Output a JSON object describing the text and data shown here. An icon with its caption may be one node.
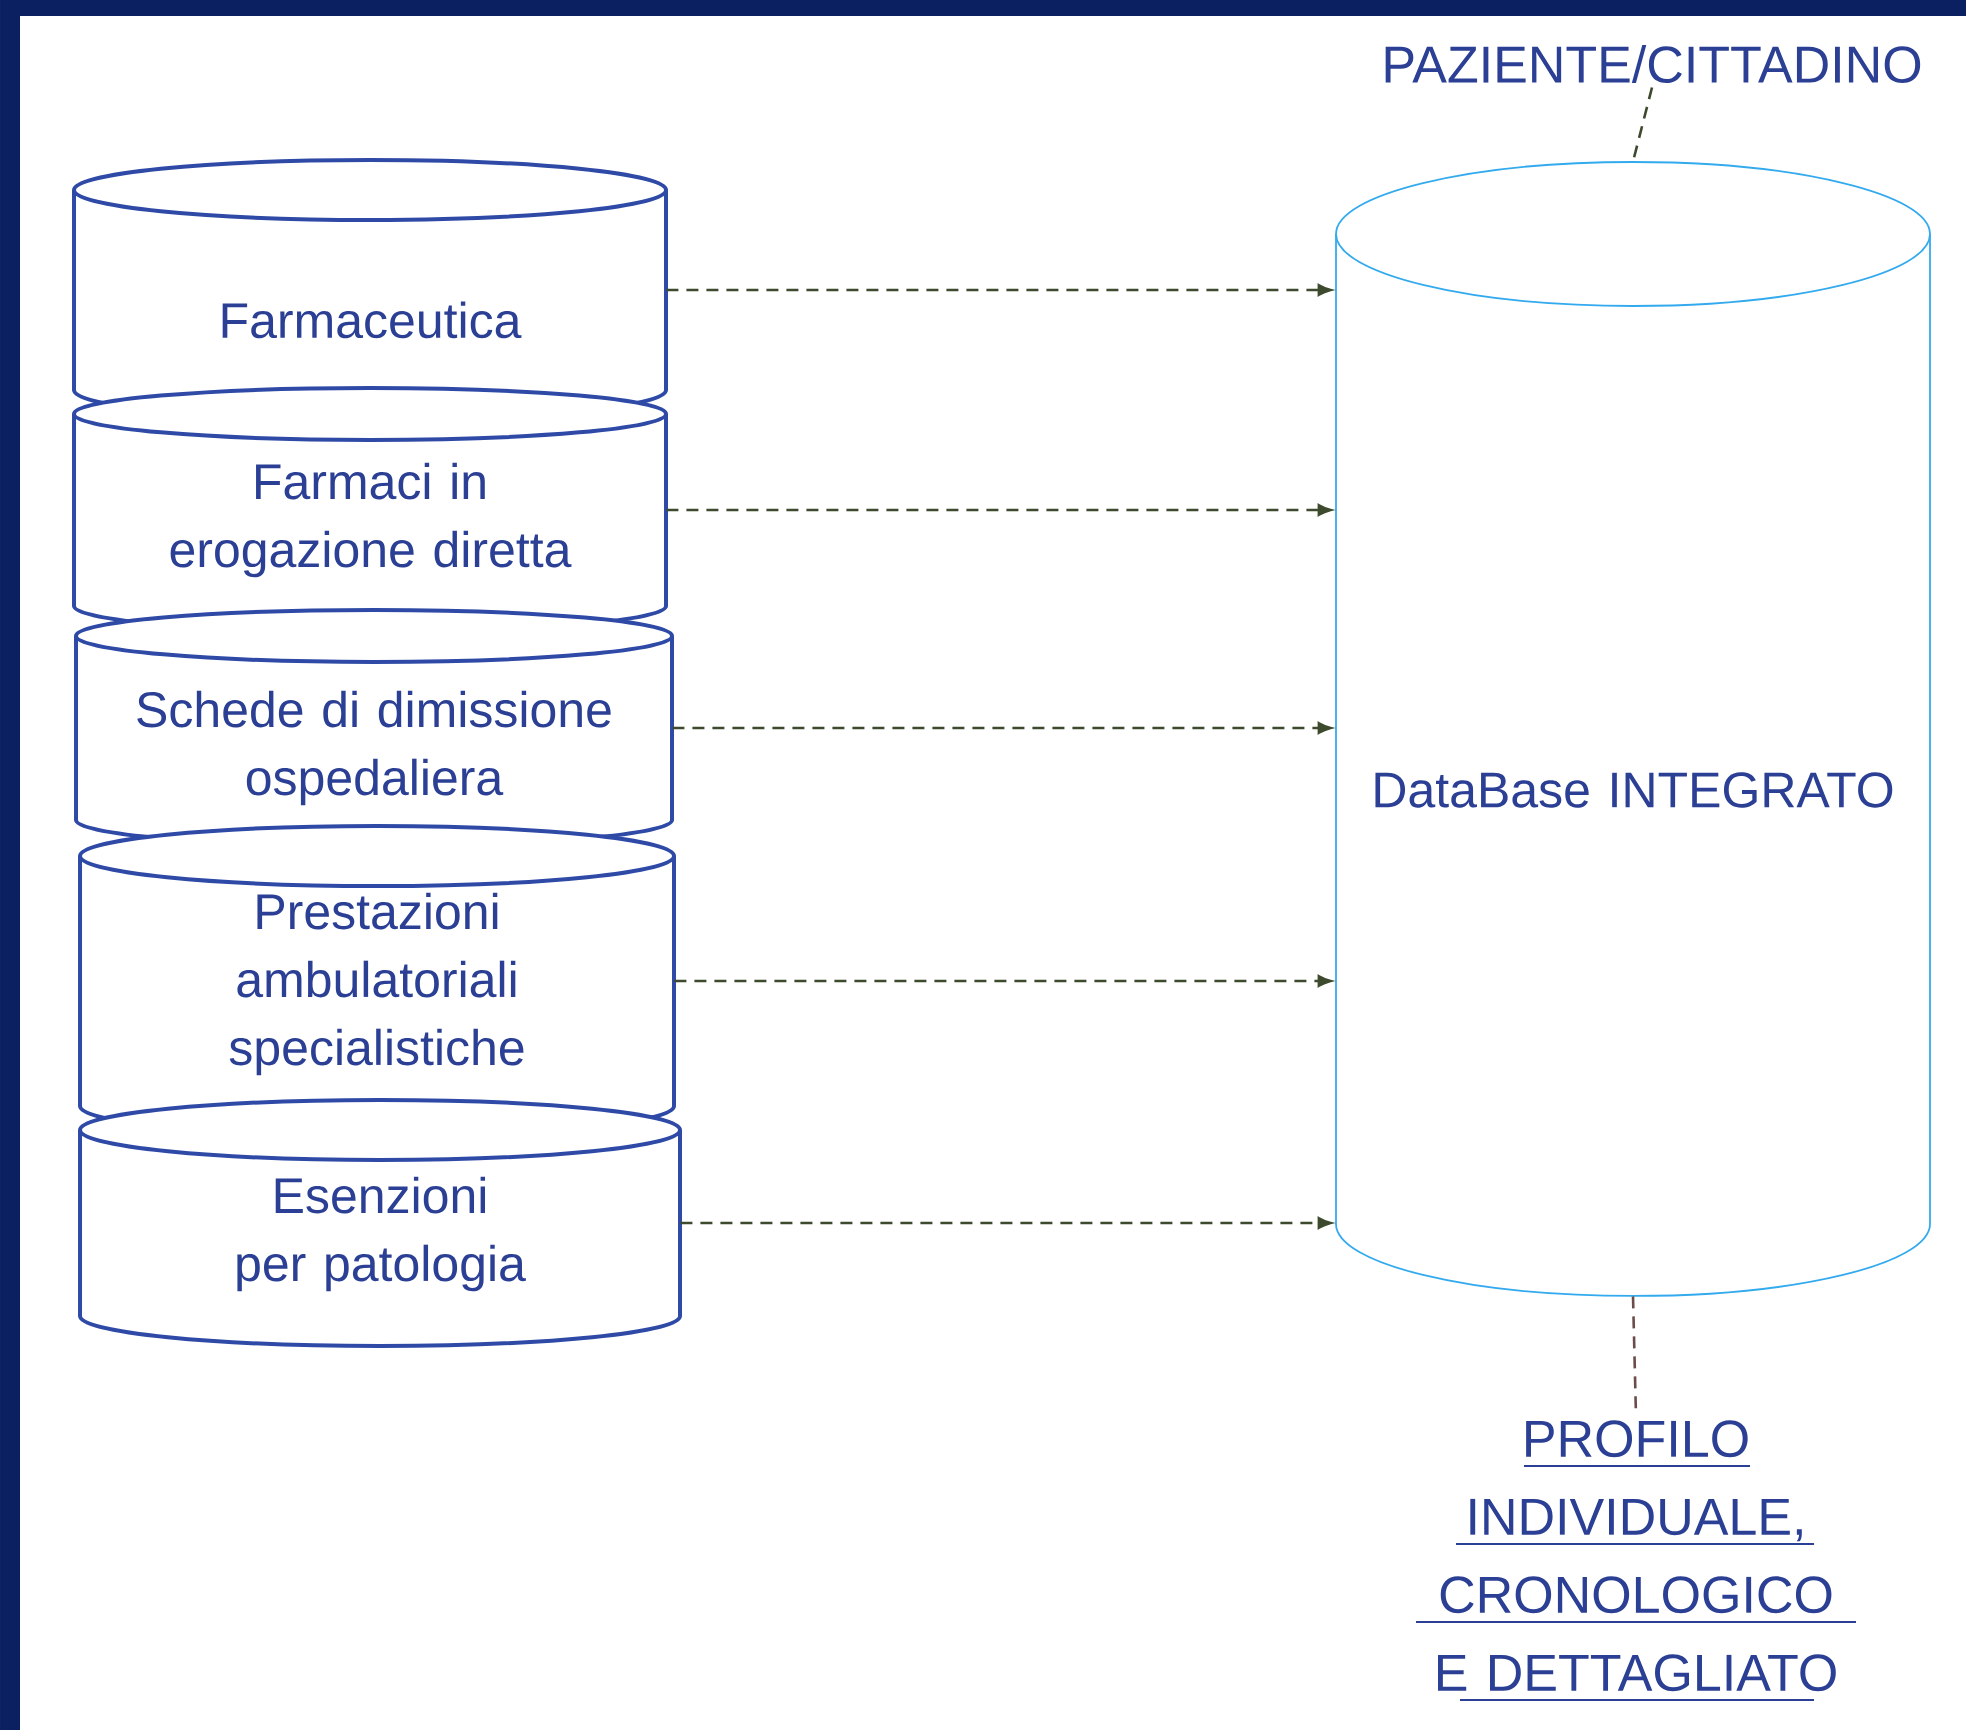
{
  "diagram": {
    "nodes": [
      {
        "text": [
          "Farmaceutica"
        ]
      },
      {
        "text": [
          "Farmaci in erogazione diretta"
        ]
      },
      {
        "text": [
          "Schede di dimissione ospedaliera"
        ]
      },
      {
        "text": [
          "Prestazioni ambulatoriali specialistiche"
        ]
      },
      {
        "text": [
          "Esenzioni per patologia"
        ]
      },
      {
        "text": [
          "PAZIENTE/CITTADINO"
        ]
      },
      {
        "text": [
          "DataBase INTEGRATO"
        ]
      },
      {
        "text": [
          "PROFILO INDIVIDUALE, CRONOLOGICO E DETTAGLIATO"
        ]
      }
    ],
    "edges": [
      {
        "from": 0,
        "to": 6,
        "arrow": "to",
        "style": "dashed"
      },
      {
        "from": 1,
        "to": 6,
        "arrow": "to",
        "style": "dashed"
      },
      {
        "from": 2,
        "to": 6,
        "arrow": "to",
        "style": "dashed"
      },
      {
        "from": 3,
        "to": 6,
        "arrow": "to",
        "style": "dashed"
      },
      {
        "from": 4,
        "to": 6,
        "arrow": "to",
        "style": "dashed"
      },
      {
        "from": 5,
        "to": 6,
        "arrow": "none",
        "style": "dashed"
      },
      {
        "from": 6,
        "to": 7,
        "arrow": "none",
        "style": "dashed",
        "color": "#6b4c4c"
      }
    ]
  }
}
